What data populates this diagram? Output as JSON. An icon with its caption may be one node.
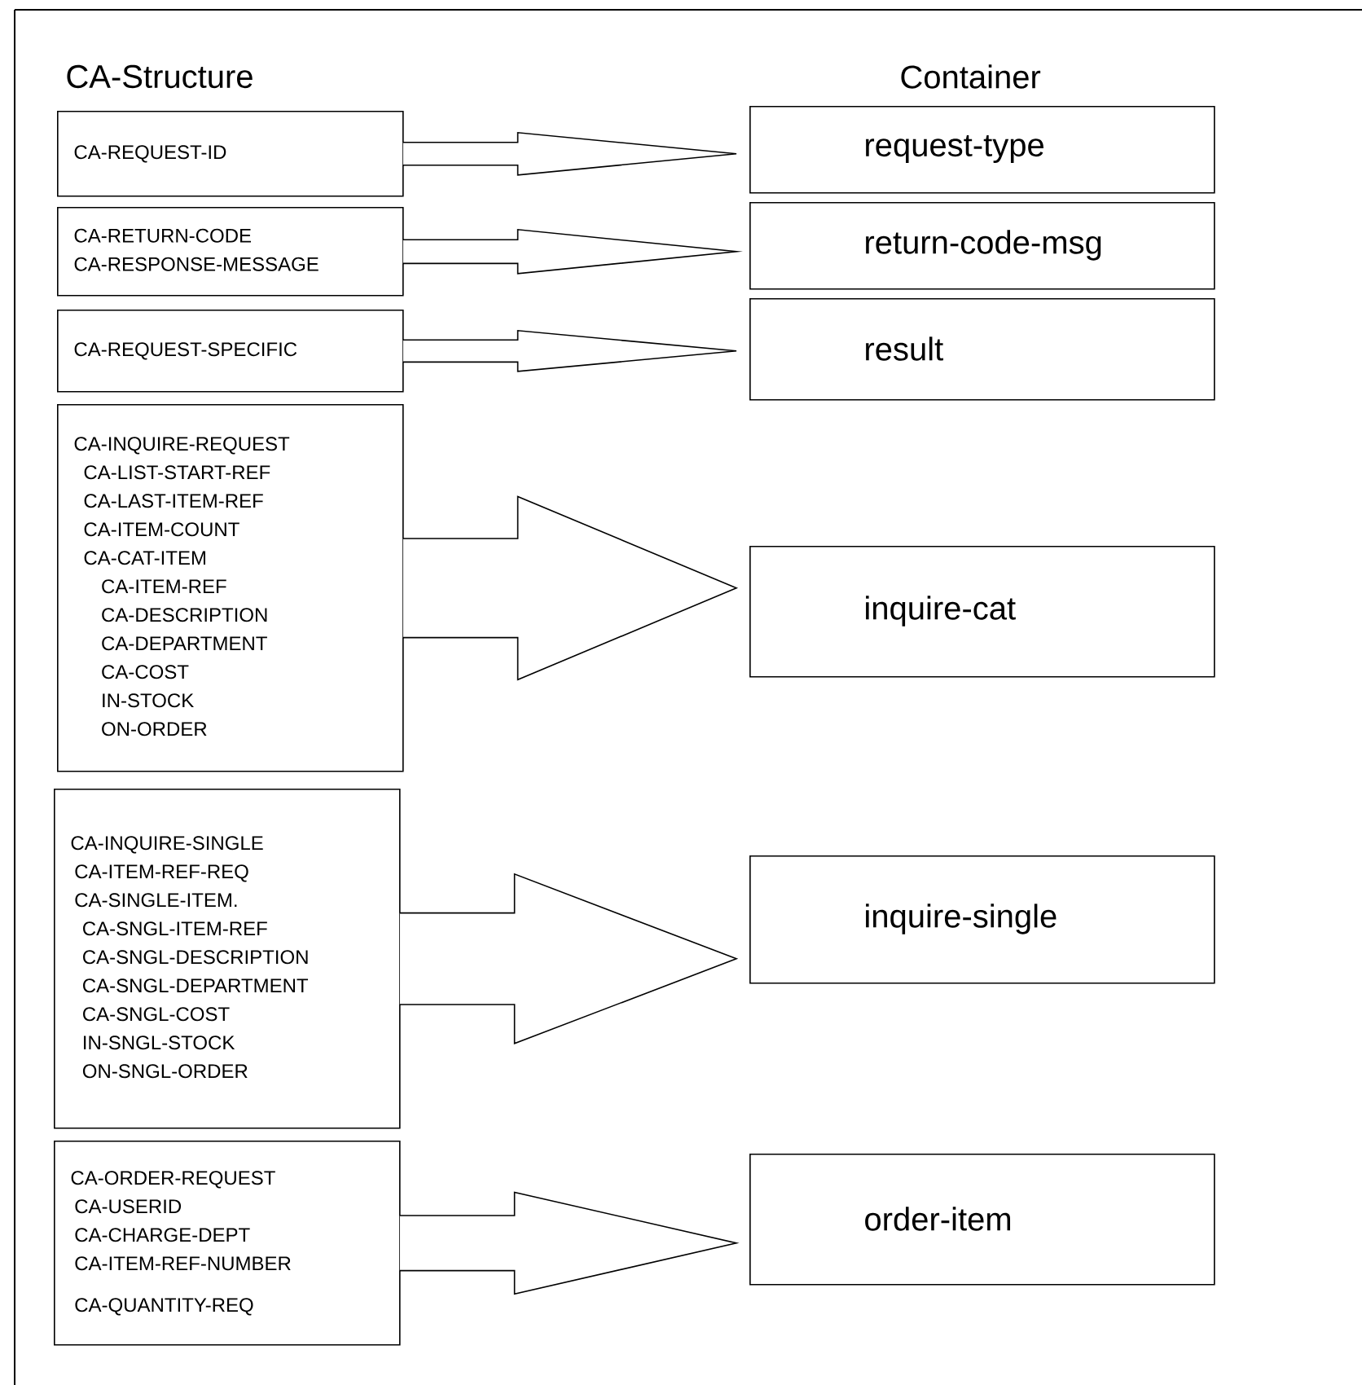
{
  "diagram": {
    "nodes": [
      {
        "text": [
          "CA-REQUEST-ID"
        ]
      },
      {
        "text": [
          "CA-RETURN-CODE",
          "CA-RESPONSE-MESSAGE"
        ]
      },
      {
        "text": [
          "CA-REQUEST-SPECIFIC"
        ]
      },
      {
        "text": [
          "CA-INQUIRE-REQUEST",
          "CA-LIST-START-REF",
          "CA-LAST-ITEM-REF",
          "CA-ITEM-COUNT",
          "CA-CAT-ITEM",
          "CA-ITEM-REF",
          "CA-DESCRIPTION",
          "CA-DEPARTMENT",
          "CA-COST",
          "IN-STOCK",
          "ON-ORDER"
        ]
      },
      {
        "text": [
          "CA-INQUIRE-SINGLE",
          "CA-ITEM-REF-REQ",
          "CA-SINGLE-ITEM.",
          "CA-SNGL-ITEM-REF",
          "CA-SNGL-DESCRIPTION",
          "CA-SNGL-DEPARTMENT",
          "CA-SNGL-COST",
          "IN-SNGL-STOCK",
          "ON-SNGL-ORDER"
        ]
      },
      {
        "text": [
          "CA-ORDER-REQUEST",
          "CA-USERID",
          "CA-CHARGE-DEPT",
          "CA-ITEM-REF-NUMBER",
          "CA-QUANTITY-REQ"
        ]
      },
      {
        "text": [
          "request-type"
        ]
      },
      {
        "text": [
          "return-code-msg"
        ]
      },
      {
        "text": [
          "result"
        ]
      },
      {
        "text": [
          "inquire-cat"
        ]
      },
      {
        "text": [
          "inquire-single"
        ]
      },
      {
        "text": [
          "order-item"
        ]
      }
    ],
    "edges": [
      {
        "from": 0,
        "to": 6,
        "arrow": "to"
      },
      {
        "from": 1,
        "to": 7,
        "arrow": "to"
      },
      {
        "from": 2,
        "to": 8,
        "arrow": "to"
      },
      {
        "from": 3,
        "to": 9,
        "arrow": "to"
      },
      {
        "from": 4,
        "to": 10,
        "arrow": "to"
      },
      {
        "from": 5,
        "to": 11,
        "arrow": "to"
      }
    ],
    "labels": [
      "CA-Structure",
      "Container"
    ]
  }
}
